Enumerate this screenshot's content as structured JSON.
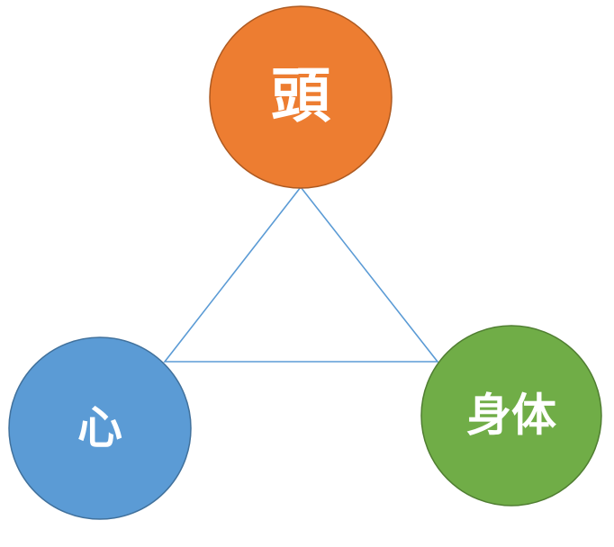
{
  "diagram": {
    "edge_color": "#5b9bd5",
    "nodes": {
      "head": {
        "label": "頭",
        "fill": "#ed7d31",
        "stroke": "#ae5a21"
      },
      "heart": {
        "label": "心",
        "fill": "#5b9bd5",
        "stroke": "#41719c"
      },
      "body": {
        "label": "身体",
        "fill": "#70ad47",
        "stroke": "#507e32"
      }
    }
  }
}
